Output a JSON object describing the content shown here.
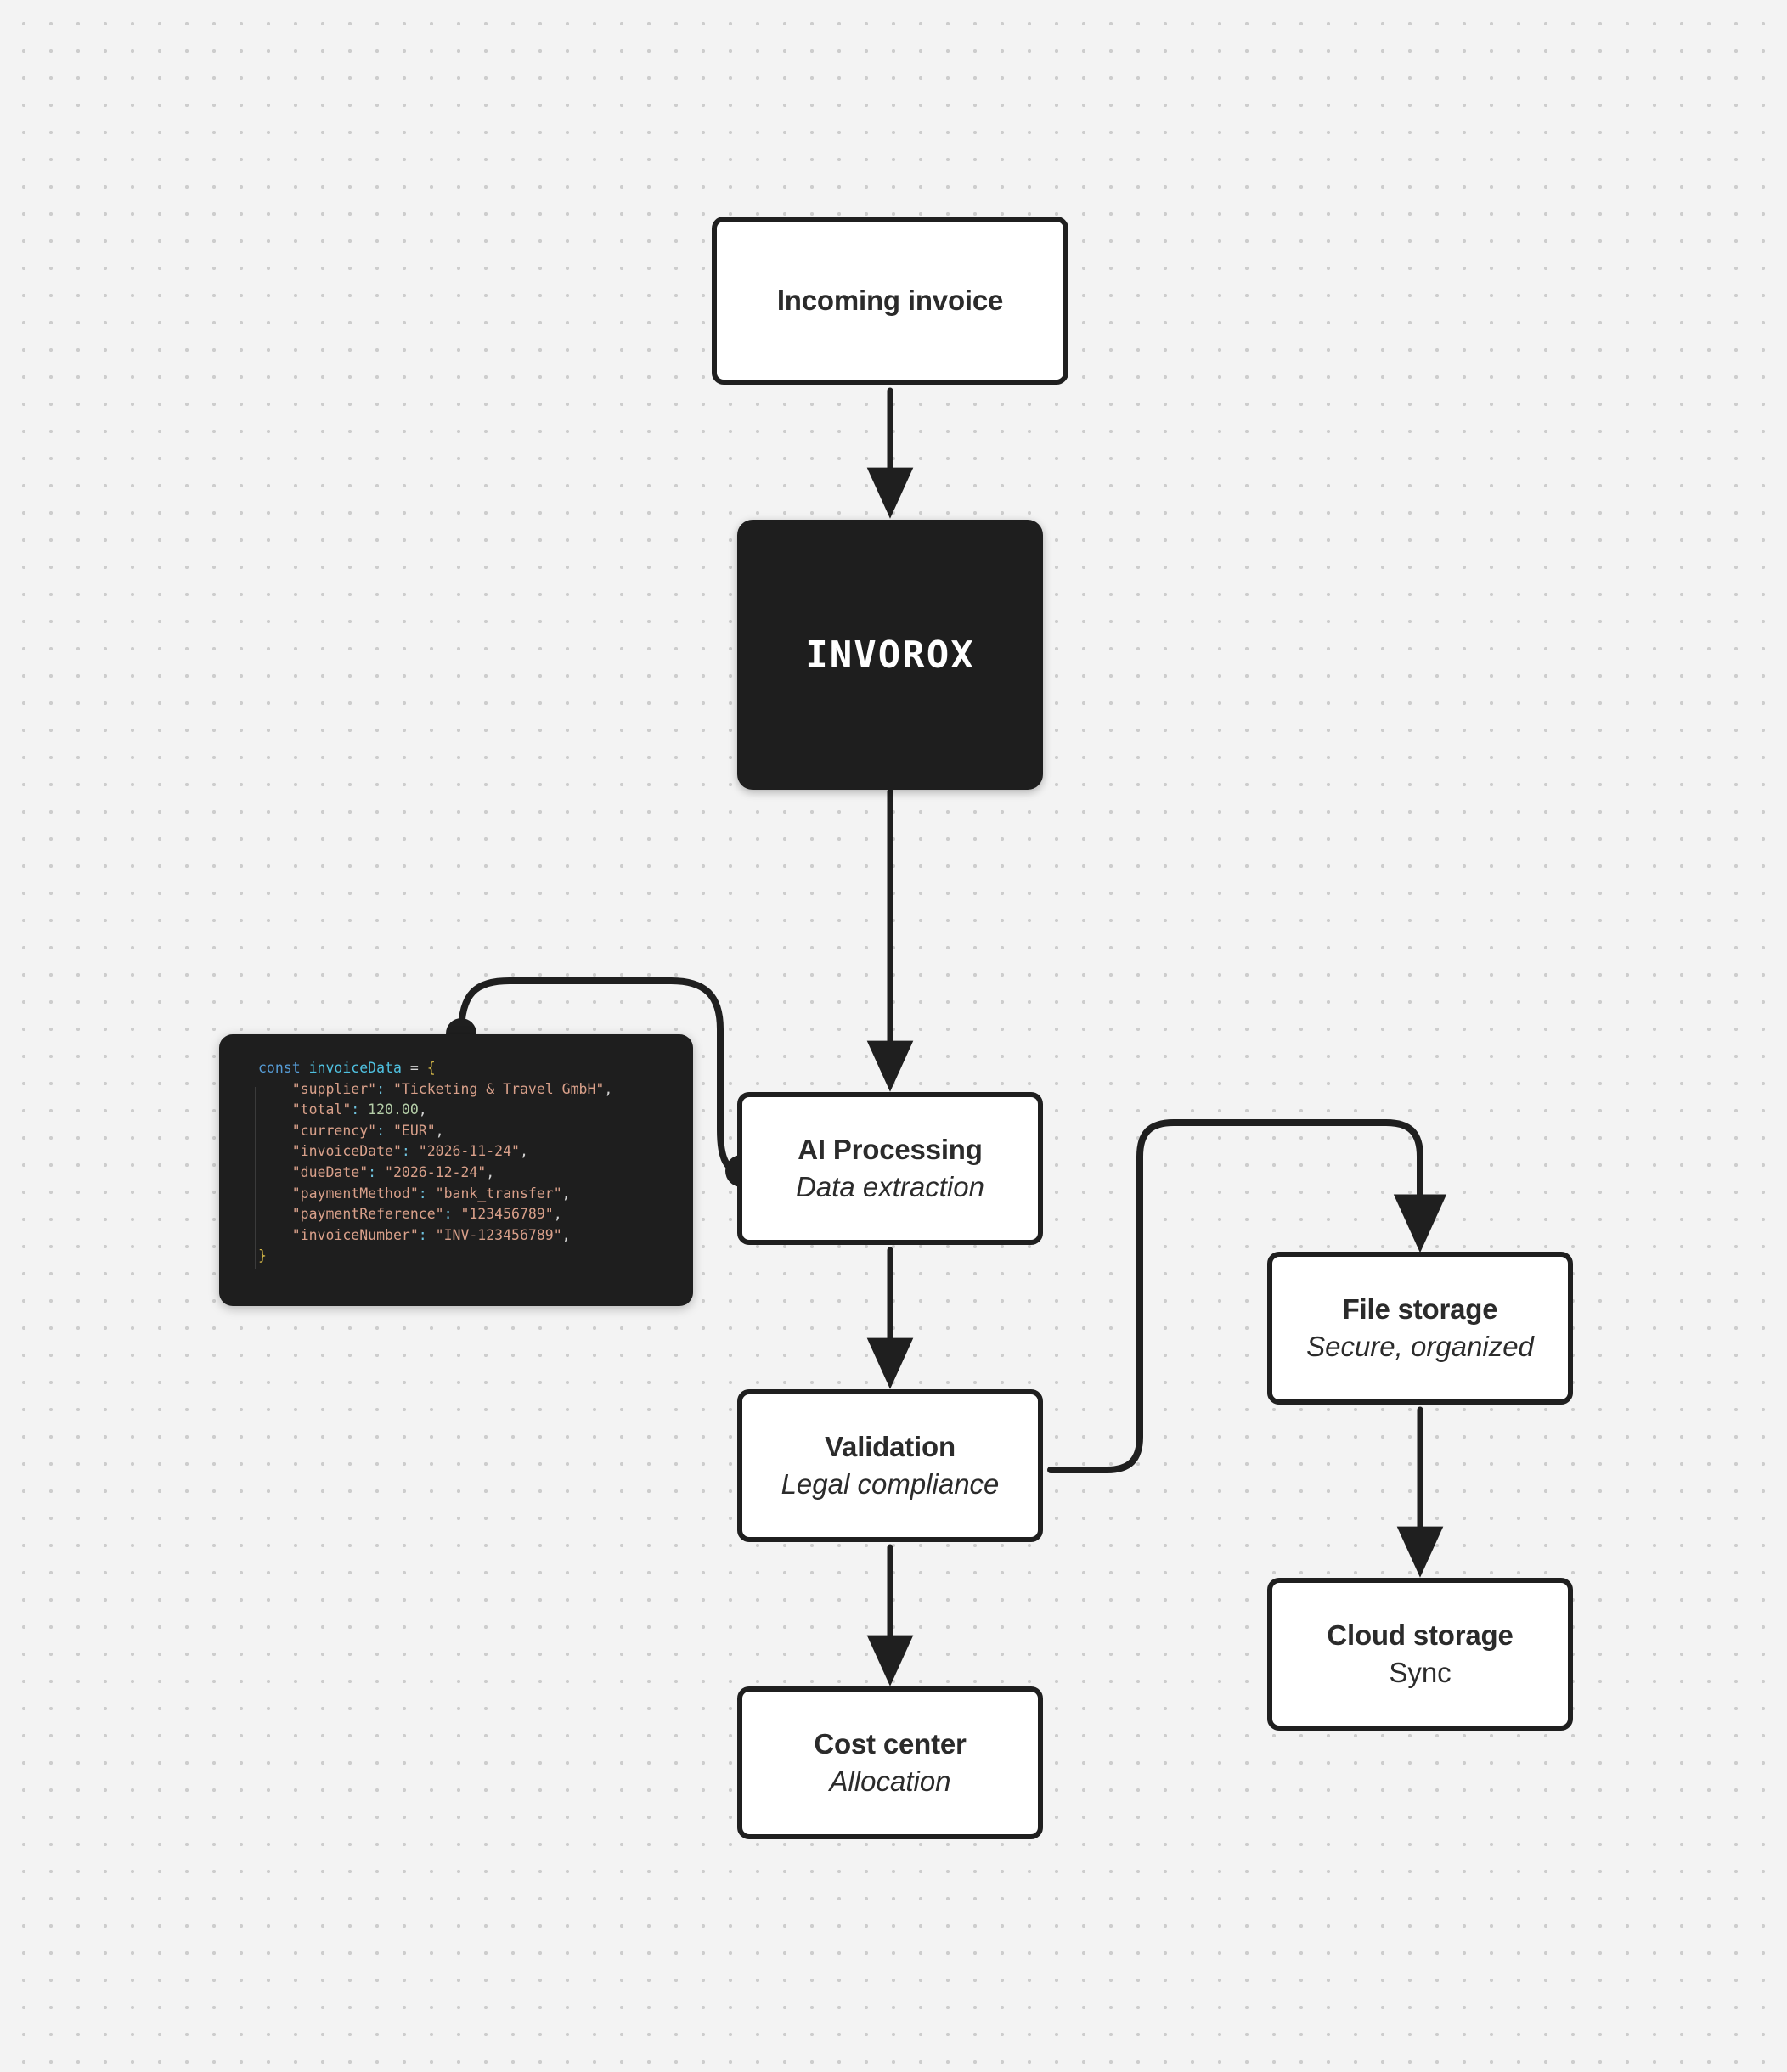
{
  "canvas": {
    "background_color": "#f3f3f3",
    "dot_color": "#cdcdcd",
    "edge_color": "#1f1f1f",
    "node_border_color": "#1f1f1f",
    "node_fill_color": "#ffffff",
    "dark_fill_color": "#1e1e1e"
  },
  "nodes": {
    "incoming": {
      "title": "Incoming invoice",
      "subtitle": ""
    },
    "invorox": {
      "brand": "INVOROX"
    },
    "ai": {
      "title": "AI Processing",
      "subtitle": "Data extraction"
    },
    "validation": {
      "title": "Validation",
      "subtitle": "Legal compliance"
    },
    "cost": {
      "title": "Cost center",
      "subtitle": "Allocation"
    },
    "file": {
      "title": "File storage",
      "subtitle": "Secure, organized"
    },
    "cloud": {
      "title": "Cloud storage",
      "subtitle": "Sync"
    }
  },
  "code": {
    "language": "javascript",
    "declaration": "const",
    "variable": "invoiceData",
    "open_brace": "{",
    "close_brace": "}",
    "lines": [
      {
        "key": "\"supplier\"",
        "value": "\"Ticketing & Travel GmbH\"",
        "type": "string"
      },
      {
        "key": "\"total\"",
        "value": "120.00",
        "type": "number"
      },
      {
        "key": "\"currency\"",
        "value": "\"EUR\"",
        "type": "string"
      },
      {
        "key": "\"invoiceDate\"",
        "value": "\"2026-11-24\"",
        "type": "string"
      },
      {
        "key": "\"dueDate\"",
        "value": "\"2026-12-24\"",
        "type": "string"
      },
      {
        "key": "\"paymentMethod\"",
        "value": "\"bank_transfer\"",
        "type": "string"
      },
      {
        "key": "\"paymentReference\"",
        "value": "\"123456789\"",
        "type": "string"
      },
      {
        "key": "\"invoiceNumber\"",
        "value": "\"INV-123456789\"",
        "type": "string"
      }
    ],
    "colors": {
      "keyword": "#569cd6",
      "variable": "#4fc1e0",
      "brace": "#d7ba48",
      "string": "#d9a08a",
      "number": "#b5cea8",
      "colon": "#6fc3df"
    }
  },
  "edges": [
    {
      "name": "incoming-to-invorox",
      "from": "incoming",
      "to": "invorox",
      "arrow": true
    },
    {
      "name": "invorox-to-ai",
      "from": "invorox",
      "to": "ai",
      "arrow": true
    },
    {
      "name": "code-to-ai",
      "from": "code-card",
      "to": "ai",
      "arrow": false,
      "endpoints": "dots"
    },
    {
      "name": "ai-to-validation",
      "from": "ai",
      "to": "validation",
      "arrow": true
    },
    {
      "name": "validation-to-cost",
      "from": "validation",
      "to": "cost",
      "arrow": true
    },
    {
      "name": "validation-to-file",
      "from": "validation",
      "to": "file",
      "arrow": true
    },
    {
      "name": "file-to-cloud",
      "from": "file",
      "to": "cloud",
      "arrow": true
    }
  ]
}
